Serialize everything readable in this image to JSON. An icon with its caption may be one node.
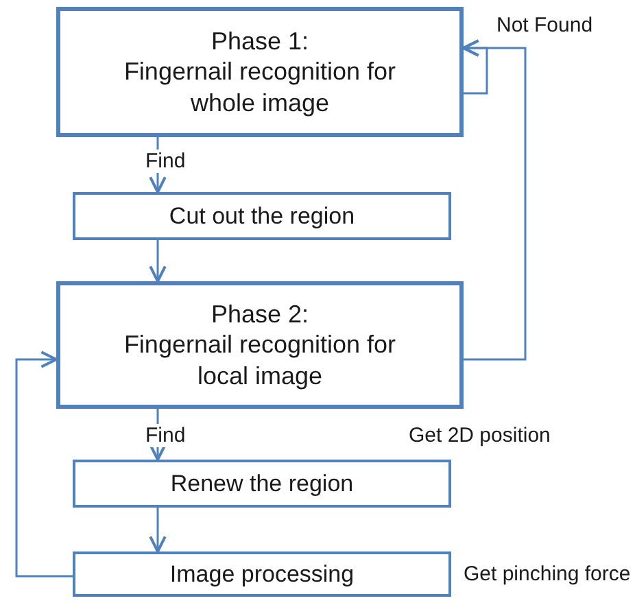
{
  "diagram": {
    "nodes": [
      {
        "text": [
          "Phase 1:",
          "Fingernail recognition for whole image"
        ]
      },
      {
        "text": [
          "Cut out the region"
        ]
      },
      {
        "text": [
          "Phase 2:",
          "Fingernail recognition for local image"
        ]
      },
      {
        "text": [
          "Renew the region"
        ]
      },
      {
        "text": [
          "Image processing"
        ]
      }
    ],
    "edges": [
      {
        "from": 0,
        "to": 1,
        "arrow": "to",
        "label": "Find"
      },
      {
        "from": 1,
        "to": 2,
        "arrow": "to"
      },
      {
        "from": 2,
        "to": 3,
        "arrow": "to",
        "label": "Find"
      },
      {
        "from": 3,
        "to": 4,
        "arrow": "to"
      },
      {
        "from": 4,
        "to": 2,
        "arrow": "to"
      },
      {
        "from": 0,
        "to": 0,
        "arrow": "to",
        "label": "Not Found"
      },
      {
        "from": 2,
        "to": 0,
        "arrow": "to"
      }
    ],
    "labels": [
      "Get 2D position",
      "Get pinching force"
    ]
  }
}
